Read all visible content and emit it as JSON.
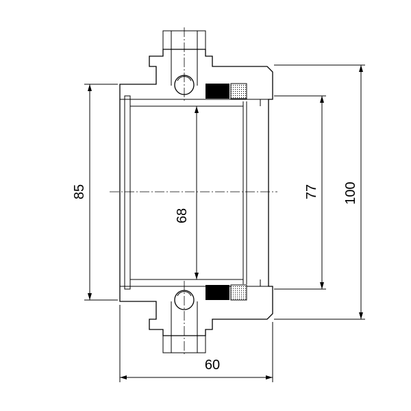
{
  "dimensions": {
    "d_85": "85",
    "d_68": "68",
    "d_77": "77",
    "d_100": "100",
    "d_60": "60"
  },
  "colors": {
    "line": "#000000",
    "seal_dark": "#000000",
    "seal_hatched": "#ffffff",
    "background": "#ffffff"
  }
}
